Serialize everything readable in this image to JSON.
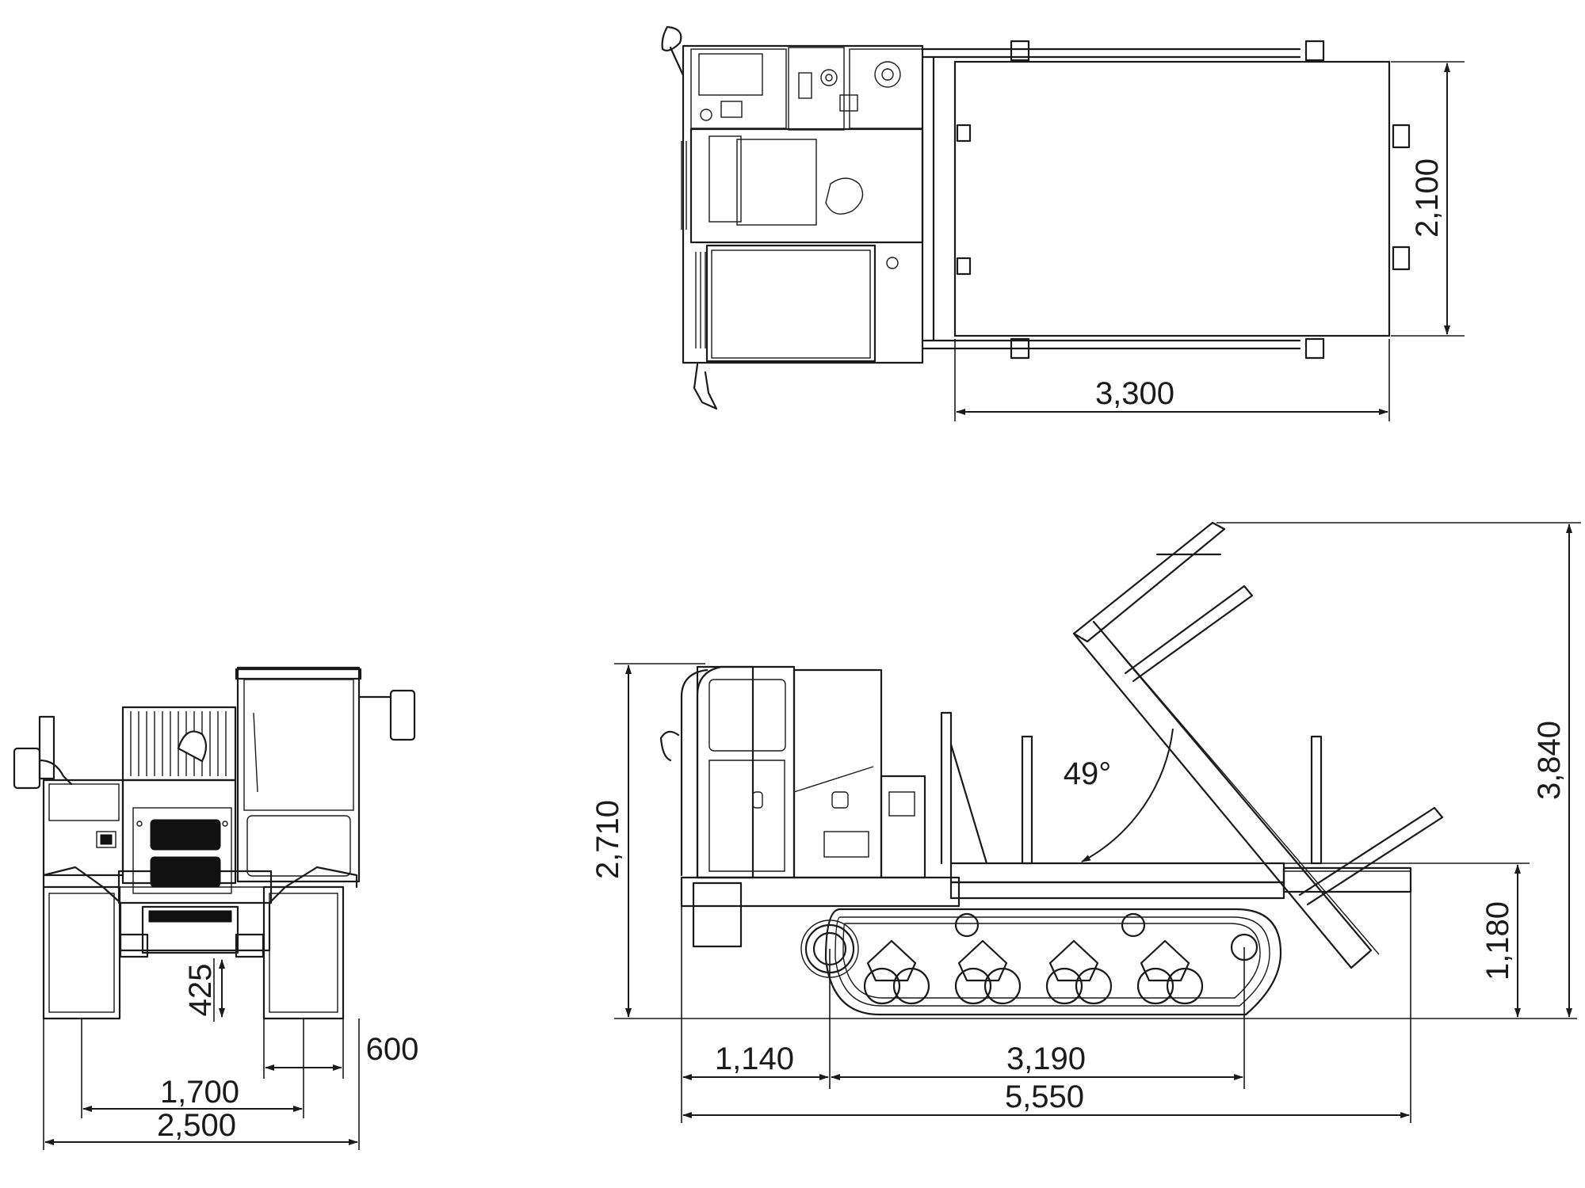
{
  "diagram": {
    "colors": {
      "line": "#1a1a1a",
      "background": "#ffffff"
    },
    "top_view": {
      "deck_length": "3,300",
      "deck_width": "2,100"
    },
    "front_view": {
      "ground_clearance": "425",
      "track_width": "600",
      "track_gauge": "1,700",
      "overall_width": "2,500"
    },
    "side_view": {
      "overall_height": "2,710",
      "dump_height": "3,840",
      "deck_height": "1,180",
      "dump_angle": "49°",
      "front_overhang": "1,140",
      "tumbler_distance": "3,190",
      "overall_length": "5,550"
    }
  }
}
